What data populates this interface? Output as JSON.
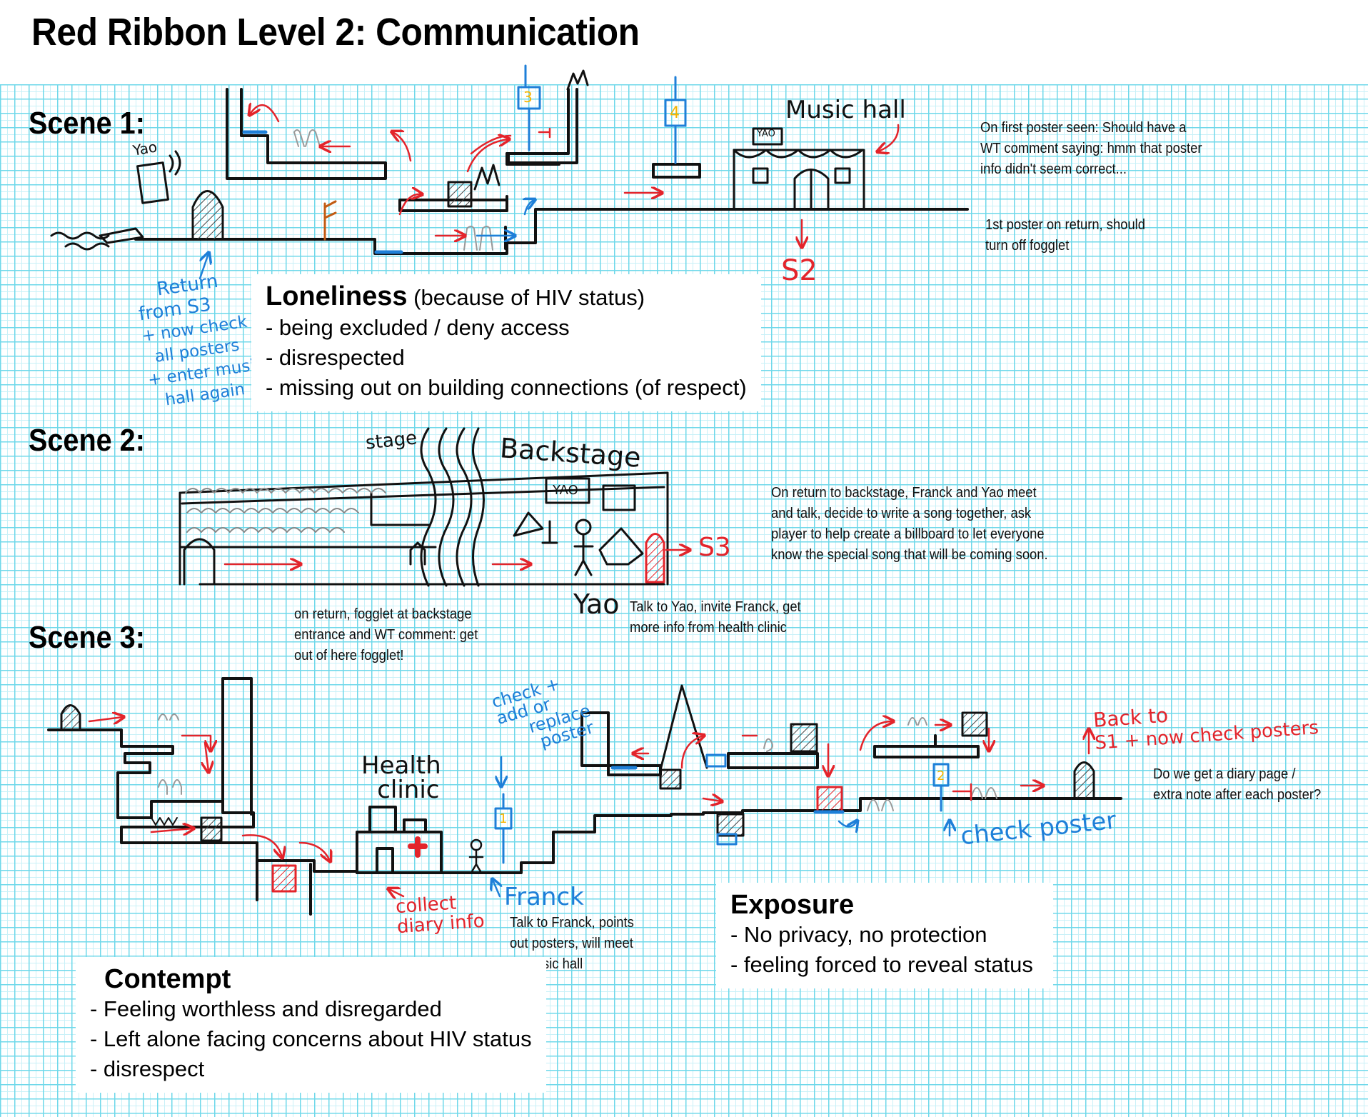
{
  "title": "Red Ribbon Level 2: Communication",
  "scenes": [
    {
      "label": "Scene 1:"
    },
    {
      "label": "Scene 2:"
    },
    {
      "label": "Scene 3:"
    }
  ],
  "scene1": {
    "labels": {
      "yao": "Yao",
      "music_hall": "Music hall",
      "yao_sign": "YAO",
      "to_s2": "S2",
      "poster_3": "3",
      "poster_4": "4"
    },
    "return_note": [
      "Return",
      "from S3",
      "+ now check",
      "all posters",
      "+ enter music",
      "hall again"
    ],
    "notes": {
      "first_poster": [
        "On first poster seen: Should have a",
        "WT comment saying: hmm that poster",
        "info didn't seem correct..."
      ],
      "first_poster_return": [
        "1st poster on return, should",
        "turn off fogglet"
      ]
    },
    "emotion": {
      "heading": "Loneliness",
      "subheading": "(because of HIV status)",
      "items": [
        "- being excluded / deny access",
        "- disrespected",
        "- missing out on building connections (of respect)"
      ]
    }
  },
  "scene2": {
    "labels": {
      "stage": "stage",
      "backstage": "Backstage",
      "yao_sign": "YAO",
      "to_s3": "S3",
      "yao": "Yao"
    },
    "notes": {
      "backstage_return": [
        "On return to backstage, Franck and Yao meet",
        "and talk, decide to write a song together, ask",
        "player to help create a billboard to let everyone",
        "know the special song that will be coming soon."
      ],
      "fogglet": [
        "on return, fogglet at backstage",
        "entrance and WT comment: get",
        "out of here fogglet!"
      ],
      "talk_yao": [
        "Talk to Yao, invite Franck, get",
        "more info from health clinic"
      ]
    }
  },
  "scene3": {
    "labels": {
      "health_clinic": [
        "Health",
        "clinic"
      ],
      "collect": [
        "collect",
        "diary info"
      ],
      "franck": "Franck",
      "check_poster_note": [
        "check +",
        "add or",
        "replace",
        "poster"
      ],
      "check_poster": "check poster",
      "back_to": [
        "Back to",
        "S1 + now check posters"
      ],
      "poster_1": "1",
      "poster_2": "2"
    },
    "notes": {
      "talk_franck": [
        "Talk to Franck, points",
        "out posters, will meet",
        "at music hall"
      ],
      "diary": [
        "Do we get a diary page /",
        "extra note after each poster?"
      ]
    },
    "emotion_exposure": {
      "heading": "Exposure",
      "items": [
        "- No privacy, no protection",
        "- feeling forced to reveal status"
      ]
    },
    "emotion_contempt": {
      "heading": "Contempt",
      "items": [
        "- Feeling worthless and disregarded",
        "- Left alone facing concerns about HIV status",
        "- disrespect"
      ]
    }
  },
  "colors": {
    "grid": "#6fd8ea",
    "sketch": "#111111",
    "red_annotation": "#e3242b",
    "blue_annotation": "#1e7fd8",
    "poster_yellow": "#f5b400"
  }
}
